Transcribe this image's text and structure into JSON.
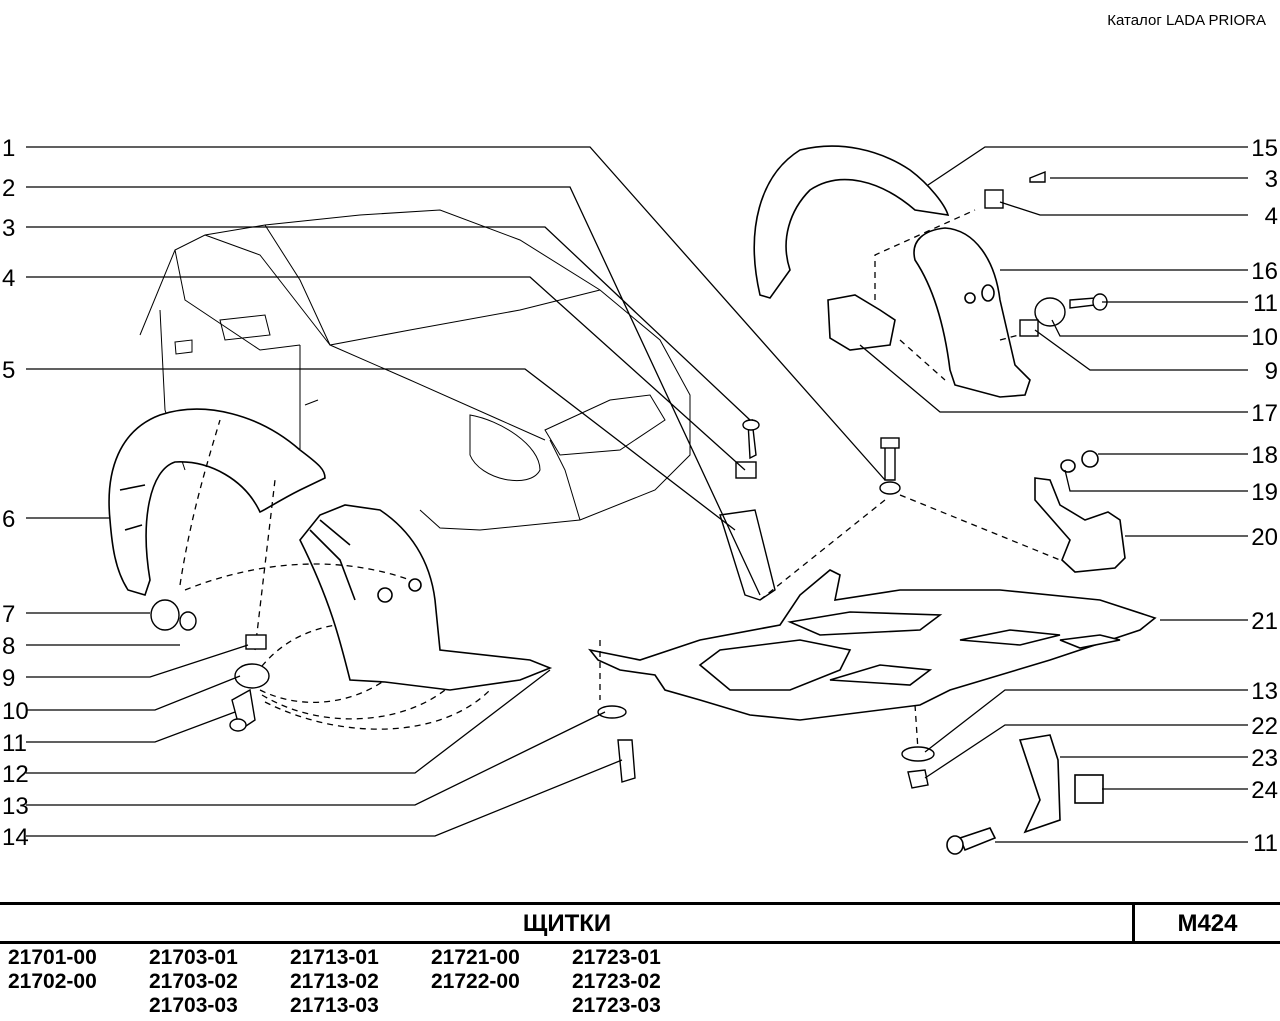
{
  "header": {
    "catalog": "Каталог  LADA  PRIORA"
  },
  "callouts_left": [
    "1",
    "2",
    "3",
    "4",
    "5",
    "6",
    "7",
    "8",
    "9",
    "10",
    "11",
    "12",
    "13",
    "14"
  ],
  "callouts_right": [
    "15",
    "3",
    "4",
    "16",
    "11",
    "10",
    "9",
    "17",
    "18",
    "19",
    "20",
    "21",
    "13",
    "22",
    "23",
    "24",
    "11"
  ],
  "footer": {
    "title": "ЩИТКИ",
    "code": "M424",
    "model_columns": [
      [
        "21701-00",
        "21702-00"
      ],
      [
        "21703-01",
        "21703-02",
        "21703-03"
      ],
      [
        "21713-01",
        "21713-02",
        "21713-03"
      ],
      [
        "21721-00",
        "21722-00"
      ],
      [
        "21723-01",
        "21723-02",
        "21723-03"
      ]
    ]
  }
}
